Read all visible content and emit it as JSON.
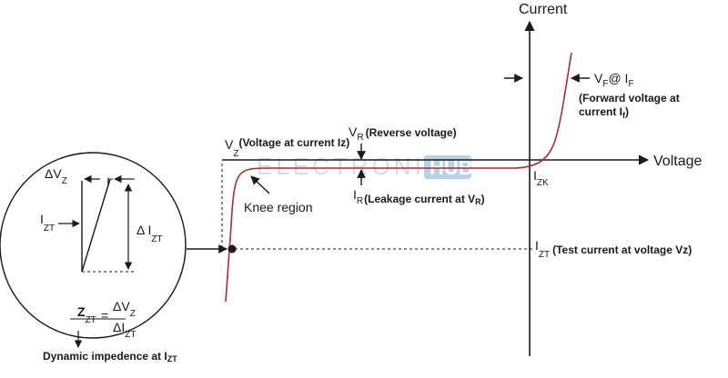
{
  "colors": {
    "curve": "#b22a2a",
    "axis": "#1a1a1a",
    "watermark": "#d8dde4",
    "watermark_badge": "#b7d3ea"
  },
  "axes": {
    "y_title": "Current",
    "x_title": "Voltage"
  },
  "labels": {
    "vf_v": "V",
    "vf_sub": "F",
    "vf_at": "@ I",
    "if_sub": "F",
    "forward_note_1": "(Forward voltage at",
    "forward_note_2": "current I",
    "forward_note_2_sub": "f",
    "forward_note_2_end": ")",
    "vr_v": "V",
    "vr_sub": "R",
    "vr_text": "(Reverse voltage)",
    "vz_v": "V",
    "vz_sub": "Z",
    "vz_text": "(Voltage at current Iz)",
    "ir_i": "I",
    "ir_sub": "R",
    "ir_text": "(Leakage current at V",
    "ir_text_sub": "R",
    "ir_text_end": ")",
    "izk_i": "I",
    "izk_sub": "ZK",
    "izt_i": "I",
    "izt_sub": "ZT",
    "izt_text": "(Test current at voltage Vz)",
    "knee": "Knee region"
  },
  "inset": {
    "dvz_delta": "ΔV",
    "dvz_sub": "Z",
    "i_mark": "I",
    "izt_i": "I",
    "izt_sub": "ZT",
    "dizt_delta": "Δ I",
    "dizt_sub": "ZT",
    "z_z": "Z",
    "z_sub": "ZT",
    "z_eq": "=",
    "num": "ΔV",
    "num_sub": "Z",
    "den": "ΔI",
    "den_sub": "ZT",
    "caption": "Dynamic impedence at I",
    "caption_sub": "ZT"
  },
  "watermark": {
    "text": "ELECTRONICS",
    "badge": "HUB"
  }
}
